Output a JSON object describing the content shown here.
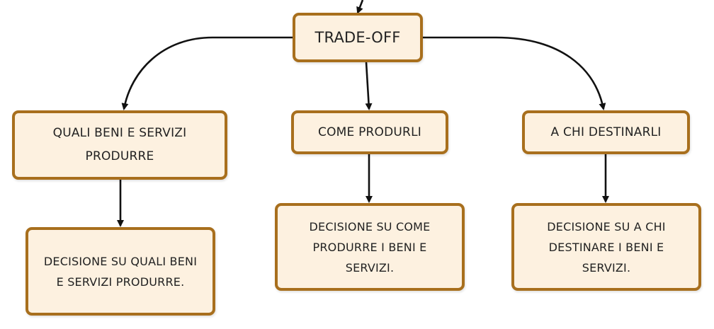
{
  "diagram": {
    "root": {
      "label": "TRADE-OFF"
    },
    "branches": [
      {
        "label": "QUALI BENI E SERVIZI\nPRODURRE",
        "decision": "DECISIONE SU QUALI BENI\nE SERVIZI PRODURRE."
      },
      {
        "label": "COME PRODURLI",
        "decision": "DECISIONE SU COME\nPRODURRE I BENI E\nSERVIZI."
      },
      {
        "label": "A CHI DESTINARLI",
        "decision": "DECISIONE SU A CHI\nDESTINARE I BENI E\nSERVIZI."
      }
    ]
  },
  "colors": {
    "box_fill": "#fdf1e0",
    "box_border": "#a86f1d",
    "connector": "#111111"
  }
}
